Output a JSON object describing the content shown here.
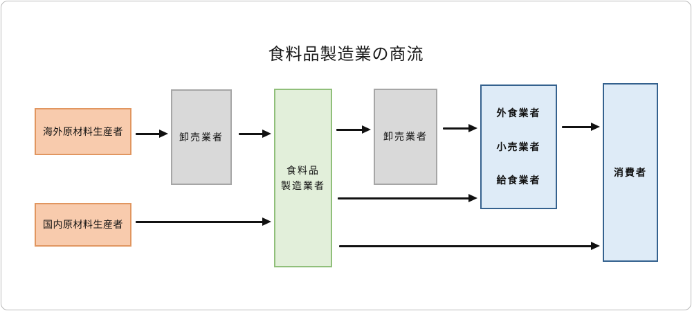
{
  "title": "食料品製造業の商流",
  "colors": {
    "orange_fill": "#F8CBAD",
    "orange_border": "#E19660",
    "gray_fill": "#D9D9D9",
    "gray_border": "#A6A6A6",
    "green_fill": "#E2EFDA",
    "green_border": "#90BF7A",
    "blue_fill": "#DEEBF7",
    "blue_border": "#34618E",
    "arrow": "#111111"
  },
  "nodes": {
    "overseas_producer": {
      "label": "海外原材料生産者"
    },
    "domestic_producer": {
      "label": "国内原材料生産者"
    },
    "wholesaler_upstream": {
      "label": "卸売業者"
    },
    "manufacturer": {
      "label_line1": "食料品",
      "label_line2": "製造業者"
    },
    "wholesaler_downstream": {
      "label": "卸売業者"
    },
    "distribution": {
      "items": [
        "外食業者",
        "小売業者",
        "給食業者"
      ]
    },
    "consumer": {
      "label": "消費者"
    }
  },
  "edges": [
    {
      "from": "overseas_producer",
      "to": "wholesaler_upstream"
    },
    {
      "from": "wholesaler_upstream",
      "to": "manufacturer"
    },
    {
      "from": "manufacturer",
      "to": "wholesaler_downstream"
    },
    {
      "from": "wholesaler_downstream",
      "to": "distribution"
    },
    {
      "from": "distribution",
      "to": "consumer"
    },
    {
      "from": "domestic_producer",
      "to": "manufacturer"
    },
    {
      "from": "manufacturer",
      "to": "distribution"
    },
    {
      "from": "manufacturer",
      "to": "consumer"
    }
  ]
}
